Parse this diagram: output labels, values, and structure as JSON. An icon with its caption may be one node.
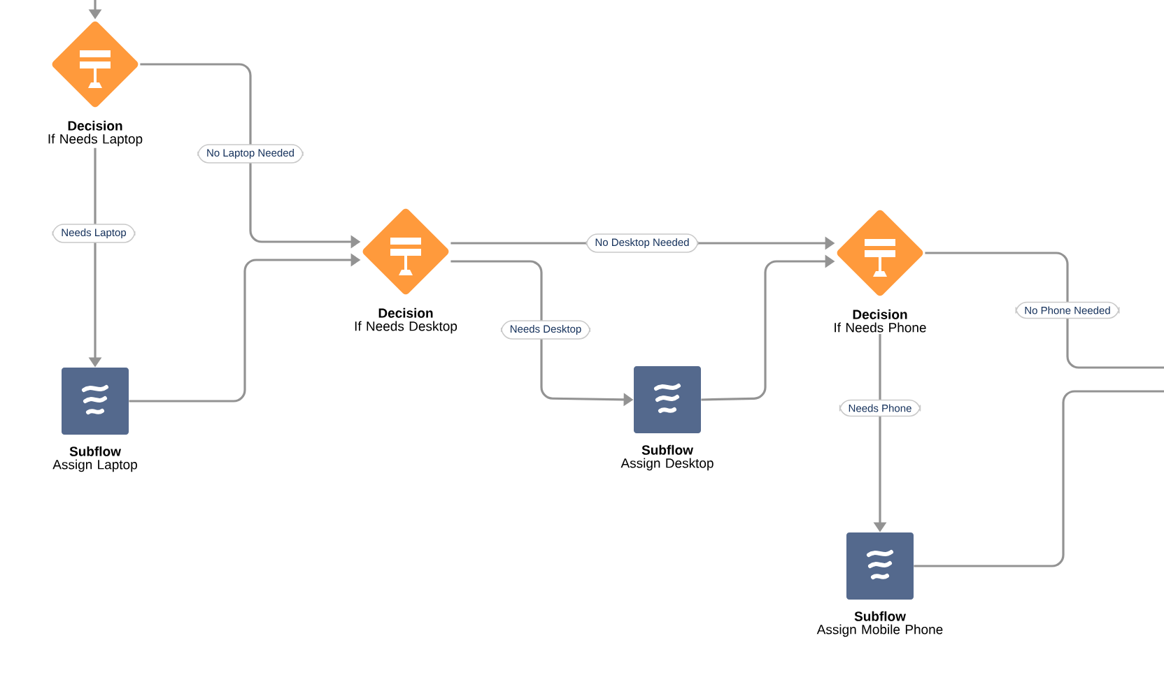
{
  "diagram": {
    "nodes": [
      {
        "text": [
          "Decision",
          "If Needs Laptop"
        ]
      },
      {
        "text": [
          "Subflow",
          "Assign Laptop"
        ]
      },
      {
        "text": [
          "Decision",
          "If Needs Desktop"
        ]
      },
      {
        "text": [
          "Subflow",
          "Assign Desktop"
        ]
      },
      {
        "text": [
          "Decision",
          "If Needs Phone"
        ]
      },
      {
        "text": [
          "Subflow",
          "Assign Mobile Phone"
        ]
      }
    ],
    "edges": [
      {
        "from": null,
        "to": 0,
        "arrow": "to"
      },
      {
        "from": 0,
        "to": 1,
        "arrow": "to",
        "label": "Needs Laptop"
      },
      {
        "from": 0,
        "to": 2,
        "arrow": "to",
        "label": "No Laptop Needed"
      },
      {
        "from": 1,
        "to": 2,
        "arrow": "to"
      },
      {
        "from": 2,
        "to": 4,
        "arrow": "to",
        "label": "No Desktop Needed"
      },
      {
        "from": 2,
        "to": 3,
        "arrow": "to",
        "label": "Needs Desktop"
      },
      {
        "from": 3,
        "to": 4,
        "arrow": "to"
      },
      {
        "from": 4,
        "to": 5,
        "arrow": "to",
        "label": "Needs Phone"
      },
      {
        "from": 4,
        "to": null,
        "arrow": "none",
        "label": "No Phone Needed"
      },
      {
        "from": 5,
        "to": null,
        "arrow": "none"
      }
    ]
  }
}
